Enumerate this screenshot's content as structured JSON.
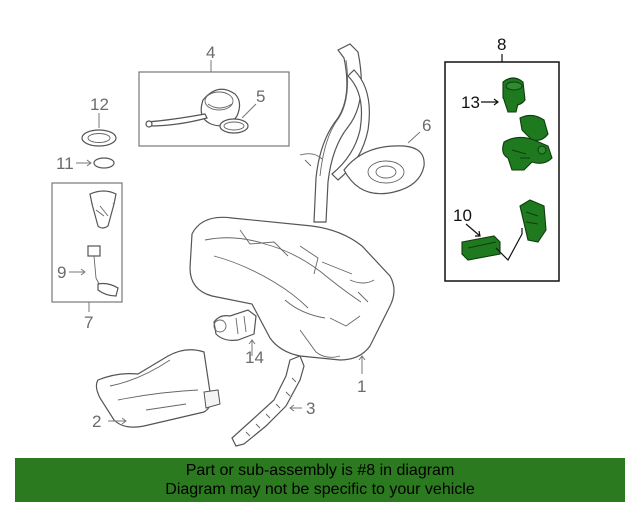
{
  "callouts": {
    "c1": "1",
    "c2": "2",
    "c3": "3",
    "c4": "4",
    "c5": "5",
    "c6": "6",
    "c7": "7",
    "c8": "8",
    "c9": "9",
    "c10": "10",
    "c11": "11",
    "c12": "12",
    "c13": "13",
    "c14": "14"
  },
  "highlight_color": "#2c7a1f",
  "banner": {
    "line1": "Part or sub-assembly is #8 in diagram",
    "line2": "Diagram may not be specific to your vehicle"
  }
}
